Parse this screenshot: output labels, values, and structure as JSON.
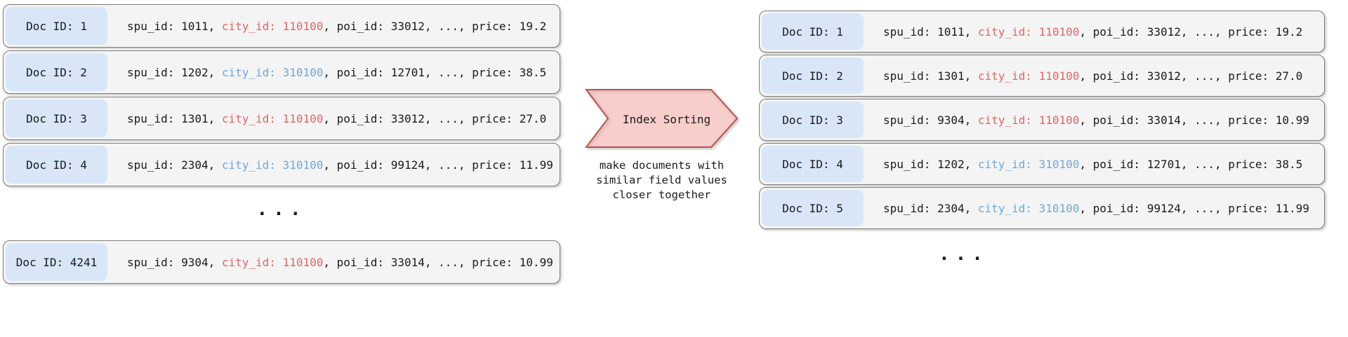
{
  "colors": {
    "row_background": "#f4f4f4",
    "row_border": "#7e7e7e",
    "doc_badge_background": "#d8e6f8",
    "text": "#1a1a1a",
    "city_id_red": "#e06666",
    "city_id_blue": "#6fa8dc",
    "arrow_fill": "#f8cecc",
    "arrow_border": "#b85450"
  },
  "left_column": {
    "rows": [
      {
        "doc_id": "Doc ID: 1",
        "pre": "spu_id: 1011, ",
        "city": "city_id: 110100",
        "post": ", poi_id: 33012, ..., price: 19.2",
        "city_color": "#e06666"
      },
      {
        "doc_id": "Doc ID: 2",
        "pre": "spu_id: 1202, ",
        "city": "city_id: 310100",
        "post": ", poi_id: 12701, ..., price: 38.5",
        "city_color": "#6fa8dc"
      },
      {
        "doc_id": "Doc ID: 3",
        "pre": "spu_id: 1301, ",
        "city": "city_id: 110100",
        "post": ", poi_id: 33012, ..., price: 27.0",
        "city_color": "#e06666"
      },
      {
        "doc_id": "Doc ID: 4",
        "pre": "spu_id: 2304, ",
        "city": "city_id: 310100",
        "post": ", poi_id: 99124, ..., price: 11.99",
        "city_color": "#6fa8dc"
      }
    ],
    "ellipsis": "...",
    "tail_row": {
      "doc_id": "Doc ID: 4241",
      "pre": "spu_id: 9304, ",
      "city": "city_id: 110100",
      "post": ", poi_id: 33014, ..., price: 10.99",
      "city_color": "#e06666"
    }
  },
  "transform": {
    "arrow_label": "Index Sorting",
    "caption": "make documents with\nsimilar field values\ncloser together"
  },
  "right_column": {
    "rows": [
      {
        "doc_id": "Doc ID: 1",
        "pre": "spu_id: 1011, ",
        "city": "city_id: 110100",
        "post": ", poi_id: 33012, ..., price: 19.2",
        "city_color": "#e06666"
      },
      {
        "doc_id": "Doc ID: 2",
        "pre": "spu_id: 1301, ",
        "city": "city_id: 110100",
        "post": ", poi_id: 33012, ..., price: 27.0",
        "city_color": "#e06666"
      },
      {
        "doc_id": "Doc ID: 3",
        "pre": "spu_id: 9304, ",
        "city": "city_id: 110100",
        "post": ", poi_id: 33014, ..., price: 10.99",
        "city_color": "#e06666"
      },
      {
        "doc_id": "Doc ID: 4",
        "pre": "spu_id: 1202, ",
        "city": "city_id: 310100",
        "post": ", poi_id: 12701, ..., price: 38.5",
        "city_color": "#6fa8dc"
      },
      {
        "doc_id": "Doc ID: 5",
        "pre": "spu_id: 2304, ",
        "city": "city_id: 310100",
        "post": ", poi_id: 99124, ..., price: 11.99",
        "city_color": "#6fa8dc"
      }
    ],
    "ellipsis": "..."
  }
}
